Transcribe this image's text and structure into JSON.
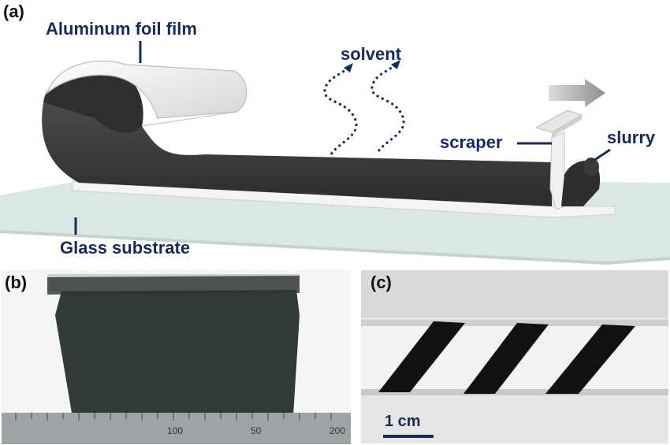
{
  "panels": {
    "a": {
      "letter": "(a)",
      "labels": {
        "foil": "Aluminum foil film",
        "solvent": "solvent",
        "scraper": "scraper",
        "slurry": "slurry",
        "glass": "Glass substrate"
      }
    },
    "b": {
      "letter": "(b)",
      "ruler_numbers": [
        "100",
        "50",
        "200"
      ]
    },
    "c": {
      "letter": "(c)",
      "scale_bar": "1 cm"
    }
  },
  "colors": {
    "ink": "#1a2a57",
    "coating": "#3b3b3b",
    "glass": "#dbe8e3",
    "foil": "#f1f1f1",
    "arrow": "#9a9a9a"
  }
}
